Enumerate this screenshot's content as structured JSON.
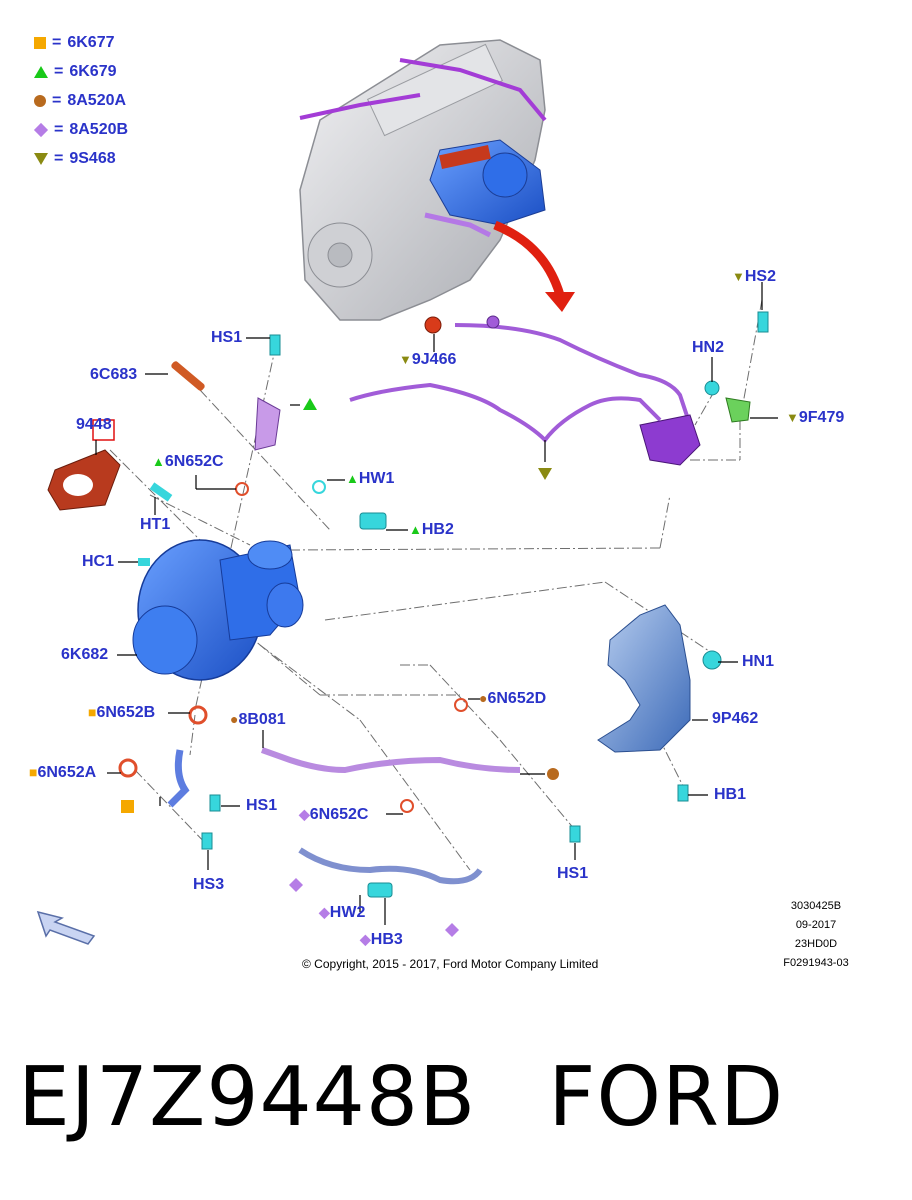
{
  "legend": [
    {
      "symbol": "square",
      "color": "#f5a800",
      "text": "6K677"
    },
    {
      "symbol": "triangle-up",
      "color": "#19c919",
      "text": "6K679"
    },
    {
      "symbol": "circle",
      "color": "#b86a1e",
      "text": "8A520A"
    },
    {
      "symbol": "diamond",
      "color": "#b57de6",
      "text": "8A520B"
    },
    {
      "symbol": "triangle-down",
      "color": "#8a8a12",
      "text": "9S468"
    }
  ],
  "legend_eq": "=",
  "labels": {
    "hs1_top": "HS1",
    "c6683": "6C683",
    "p9448": "9448",
    "n652c": "6N652C",
    "ht1": "HT1",
    "hw1": "HW1",
    "hb2": "HB2",
    "hc1": "HC1",
    "k682": "6K682",
    "n652b": "6N652B",
    "b8081": "8B081",
    "n652a": "6N652A",
    "hs1_mid": "HS1",
    "hs3": "HS3",
    "n652c2": "6N652C",
    "hw2": "HW2",
    "hb3": "HB3",
    "n652d": "6N652D",
    "hs1_right": "HS1",
    "j466": "9J466",
    "hs2": "HS2",
    "hn2": "HN2",
    "f479": "9F479",
    "hn1": "HN1",
    "p462": "9P462",
    "hb1": "HB1"
  },
  "meta": {
    "line1": "3030425B",
    "line2": "09-2017",
    "line3": "23HD0D",
    "line4": "F0291943-03"
  },
  "copyright": "© Copyright, 2015 - 2017, Ford Motor Company Limited",
  "footer": {
    "part": "EJ7Z9448B",
    "brand": "FORD"
  },
  "colors": {
    "label": "#2a33c9",
    "turbo": "#2f6ee8",
    "purple": "#9a3ad1",
    "cyan": "#37d6dc",
    "gasket": "#b83a1e",
    "engine": "#d9dadd"
  }
}
